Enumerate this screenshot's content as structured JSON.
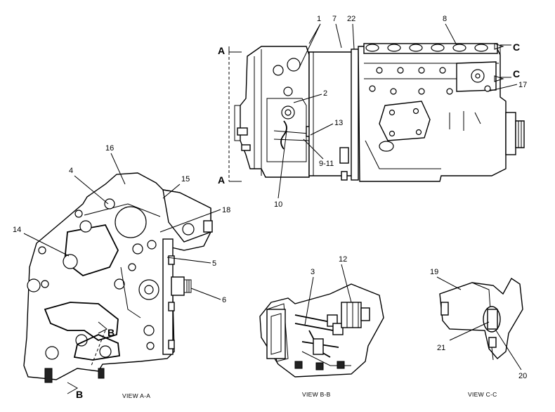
{
  "callouts": {
    "c1": "1",
    "c2": "2",
    "c3": "3",
    "c4": "4",
    "c5": "5",
    "c6": "6",
    "c7": "7",
    "c8": "8",
    "c9_11": "9-11",
    "c10": "10",
    "c12": "12",
    "c13": "13",
    "c14": "14",
    "c15": "15",
    "c16": "16",
    "c17": "17",
    "c18": "18",
    "c19": "19",
    "c20": "20",
    "c21": "21",
    "c22": "22"
  },
  "section_marks": {
    "a_top": "A",
    "a_bottom": "A",
    "c_top": "C",
    "c_mid": "C",
    "b_upper": "B",
    "b_lower": "B"
  },
  "view_captions": {
    "view_aa": "VIEW A-A",
    "view_bb": "VIEW B-B",
    "view_cc": "VIEW C-C"
  }
}
